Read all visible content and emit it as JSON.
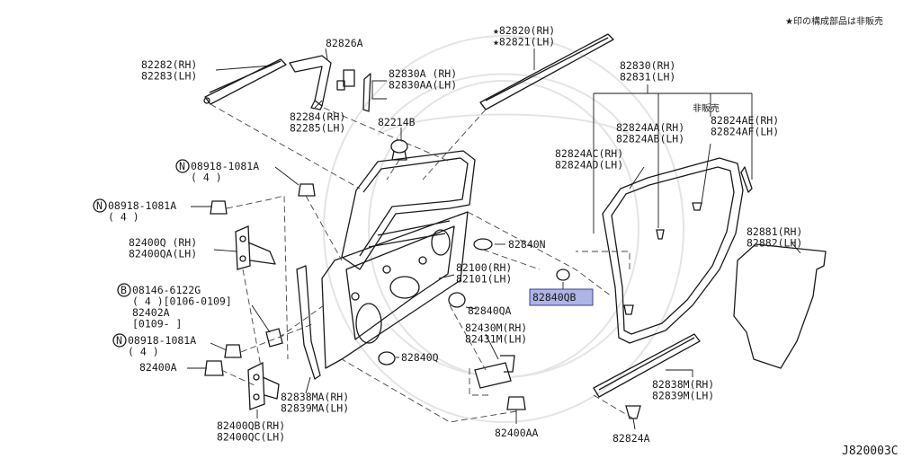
{
  "header": {
    "note": "★印の構成部品は非販売",
    "footer_code": "J820003C"
  },
  "labels": [
    {
      "id": "82282",
      "lines": [
        "82282(RH)",
        "82283(LH)"
      ]
    },
    {
      "id": "82826A",
      "lines": [
        "82826A"
      ]
    },
    {
      "id": "82830A",
      "lines": [
        "82830A (RH)",
        "82830AA(LH)"
      ]
    },
    {
      "id": "82820",
      "lines": [
        "★82820(RH)",
        "★82821(LH)"
      ]
    },
    {
      "id": "82830",
      "lines": [
        "82830(RH)",
        "82831(LH)"
      ]
    },
    {
      "id": "hihanbai",
      "lines": [
        "非販売"
      ]
    },
    {
      "id": "82284",
      "lines": [
        "82284(RH)",
        "82285(LH)"
      ]
    },
    {
      "id": "82214B",
      "lines": [
        "82214B"
      ]
    },
    {
      "id": "82824AA",
      "lines": [
        "82824AA(RH)",
        "82824AB(LH)"
      ]
    },
    {
      "id": "82824AE",
      "lines": [
        "82824AE(RH)",
        "82824AF(LH)"
      ]
    },
    {
      "id": "82824AC",
      "lines": [
        "82824AC(RH)",
        "82824AD(LH)"
      ]
    },
    {
      "id": "08918a",
      "lines": [
        "08918-1081A",
        "( 4 )"
      ]
    },
    {
      "id": "08918b",
      "lines": [
        "08918-1081A",
        "( 4 )"
      ]
    },
    {
      "id": "82400Q",
      "lines": [
        "82400Q (RH)",
        "82400QA(LH)"
      ]
    },
    {
      "id": "82840N",
      "lines": [
        "82840N"
      ]
    },
    {
      "id": "82881",
      "lines": [
        "82881(RH)",
        "82882(LH)"
      ]
    },
    {
      "id": "82100",
      "lines": [
        "82100(RH)",
        "82101(LH)"
      ]
    },
    {
      "id": "08146",
      "lines": [
        "08146-6122G",
        "( 4 )[0106-0109]",
        "82402A",
        "[0109-    ]"
      ]
    },
    {
      "id": "82840QB",
      "lines": [
        "82840QB"
      ]
    },
    {
      "id": "82840QA",
      "lines": [
        "82840QA"
      ]
    },
    {
      "id": "82430M",
      "lines": [
        "82430M(RH)",
        "82431M(LH)"
      ]
    },
    {
      "id": "08918c",
      "lines": [
        "08918-1081A",
        "( 4 )"
      ]
    },
    {
      "id": "82400A",
      "lines": [
        "82400A"
      ]
    },
    {
      "id": "82840Q",
      "lines": [
        "82840Q"
      ]
    },
    {
      "id": "82838M",
      "lines": [
        "82838M(RH)",
        "82839M(LH)"
      ]
    },
    {
      "id": "82838MA",
      "lines": [
        "82838MA(RH)",
        "82839MA(LH)"
      ]
    },
    {
      "id": "82400QB",
      "lines": [
        "82400QB(RH)",
        "82400QC(LH)"
      ]
    },
    {
      "id": "82400AA",
      "lines": [
        "82400AA"
      ]
    },
    {
      "id": "82824A",
      "lines": [
        "82824A"
      ]
    }
  ],
  "badges": {
    "08918a": "N",
    "08918b": "N",
    "08146": "B",
    "08918c": "N"
  },
  "highlight": {
    "part": "82840QB",
    "color": "#aeb4e6"
  }
}
